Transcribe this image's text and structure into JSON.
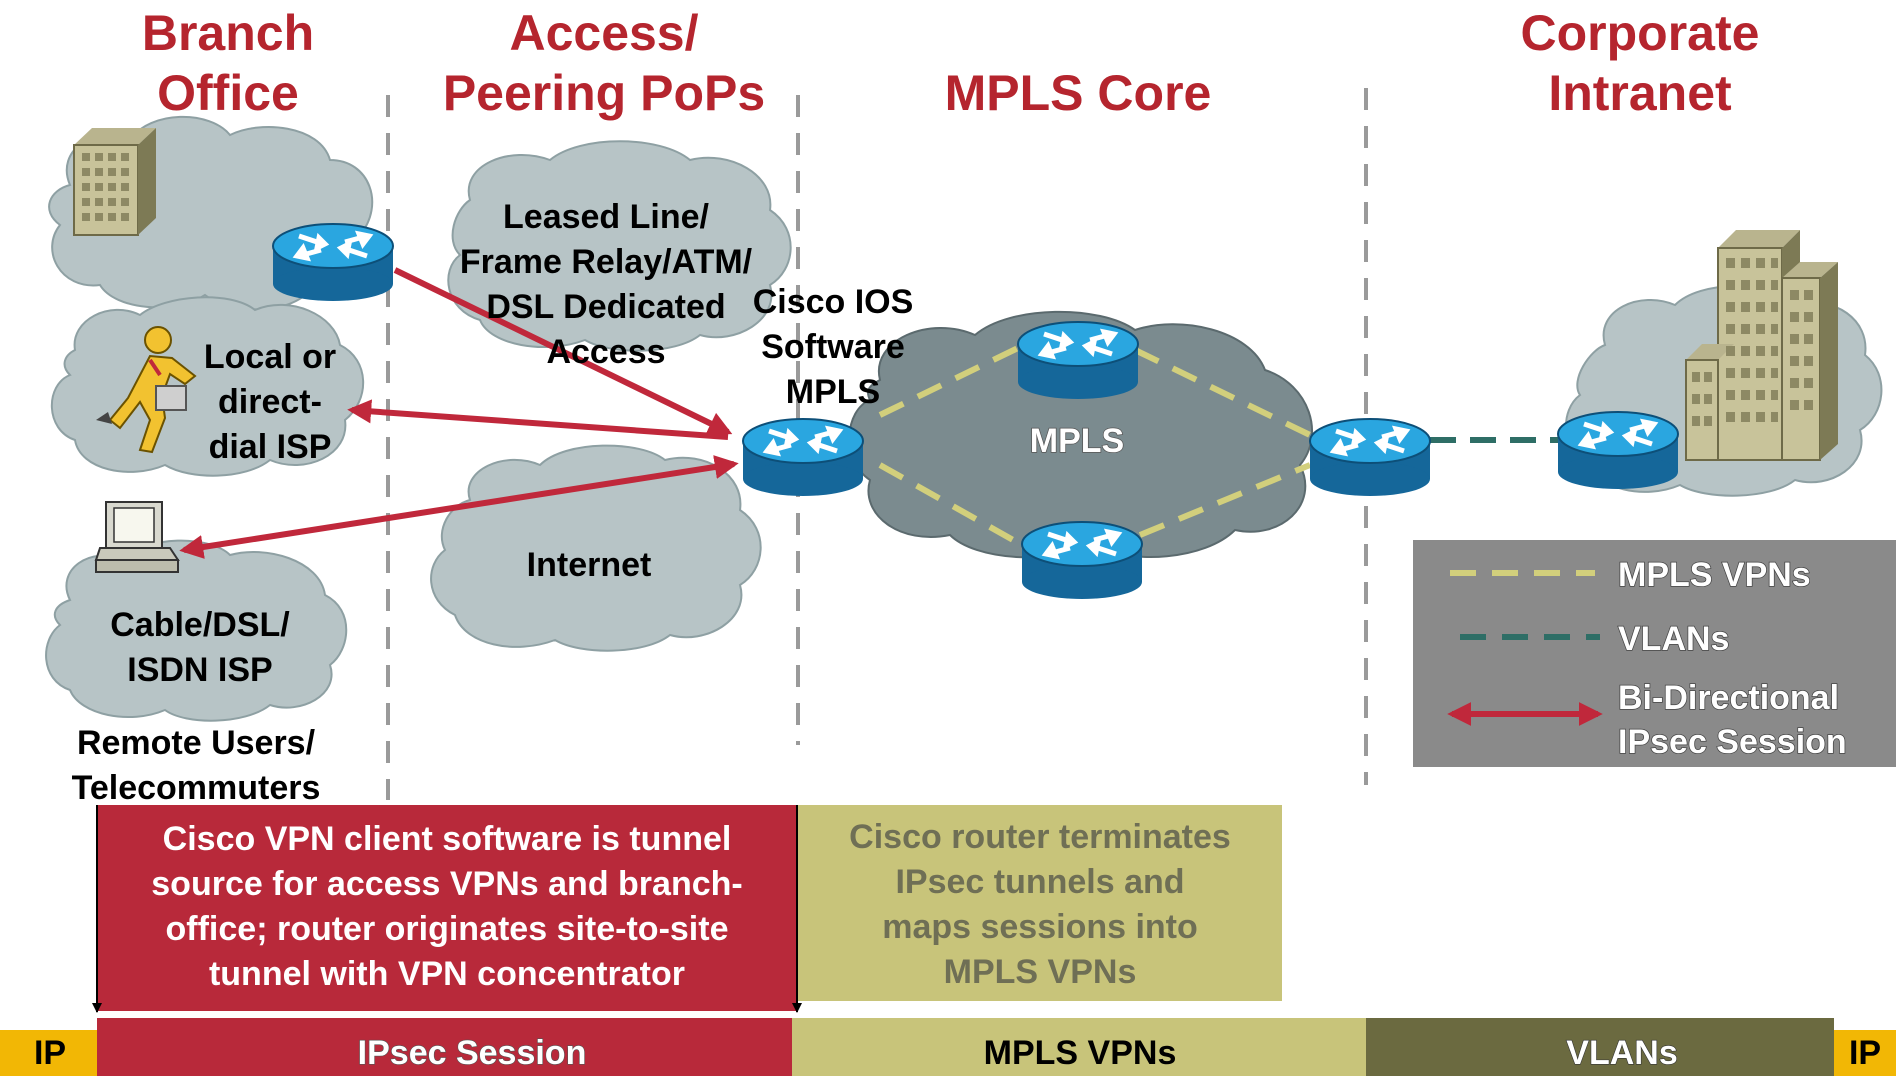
{
  "headers": {
    "branch_office": [
      "Branch",
      "Office"
    ],
    "access_peering": [
      "Access/",
      "Peering PoPs"
    ],
    "mpls_core": [
      "MPLS Core"
    ],
    "corporate_intranet": [
      "Corporate",
      "Intranet"
    ]
  },
  "clouds": {
    "leased_line": [
      "Leased Line/",
      "Frame Relay/ATM/",
      "DSL Dedicated",
      "Access"
    ],
    "internet": [
      "Internet"
    ],
    "local_isp": [
      "Local or",
      "direct-",
      "dial ISP"
    ],
    "cable_isp": [
      "Cable/DSL/",
      "ISDN ISP"
    ],
    "mpls": [
      "MPLS"
    ]
  },
  "labels": {
    "cisco_ios": [
      "Cisco IOS",
      "Software",
      "MPLS"
    ],
    "remote_users": [
      "Remote Users/",
      "Telecommuters"
    ]
  },
  "legend": {
    "mpls_vpns": "MPLS VPNs",
    "vlans": "VLANs",
    "ipsec": [
      "Bi-Directional",
      "IPsec Session"
    ]
  },
  "callouts": {
    "client": [
      "Cisco VPN client software is tunnel",
      "source for access VPNs and branch-",
      "office; router originates site-to-site",
      "tunnel with VPN concentrator"
    ],
    "router": [
      "Cisco router terminates",
      "IPsec tunnels and",
      "maps sessions into",
      "MPLS VPNs"
    ]
  },
  "bottom_bar": {
    "ip_left": "IP",
    "ipsec": "IPsec Session",
    "mpls": "MPLS VPNs",
    "vlans": "VLANs",
    "ip_right": "IP"
  },
  "colors": {
    "title_red": "#b5252e",
    "ipsec_red": "#b8293a",
    "mpls_khaki": "#c8c47a",
    "vlan_olive": "#6b6a40",
    "ip_gold": "#f2b705",
    "cloud_gray": "#b7c4c6",
    "mpls_cloud": "#7b8b8f",
    "router_blue": "#1e8fc9",
    "legend_gray": "#8a8a8a",
    "vlan_teal": "#2e6e66"
  }
}
